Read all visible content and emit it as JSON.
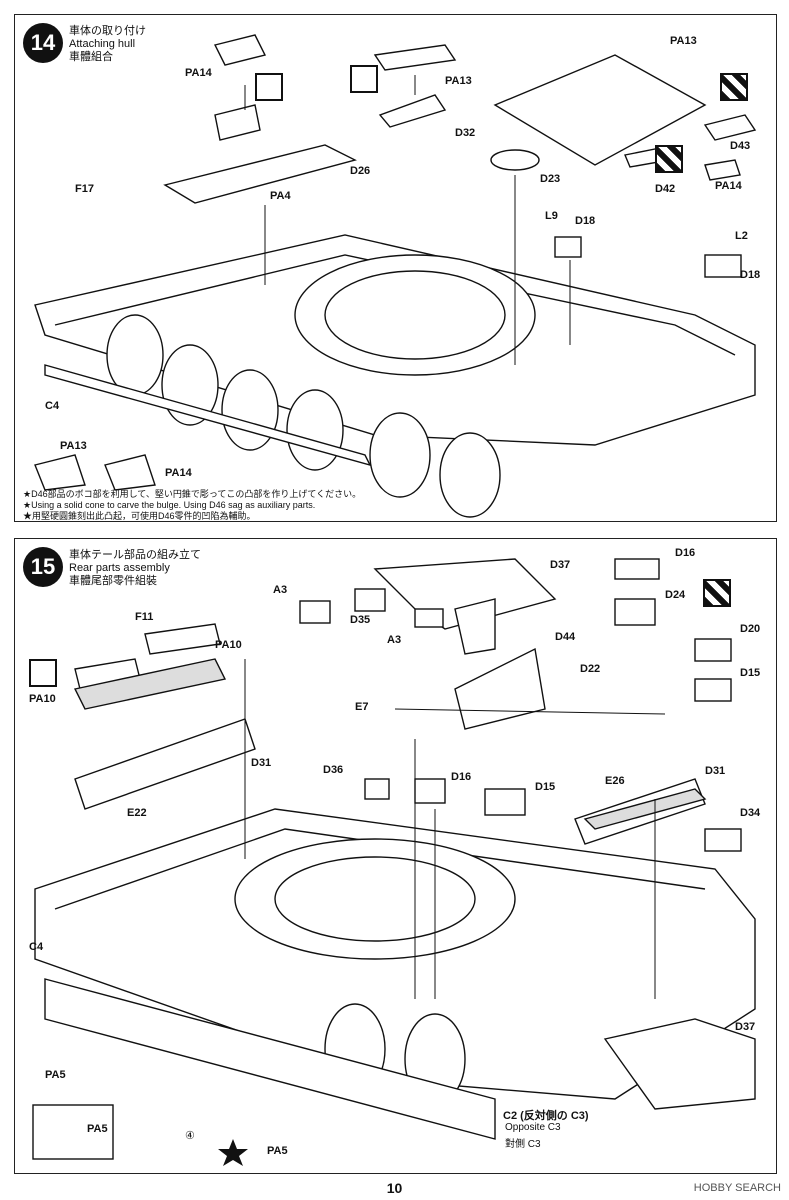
{
  "step14": {
    "number": "14",
    "title_ja": "車体の取り付け",
    "title_en": "Attaching hull",
    "title_zh": "車體組合",
    "labels": [
      "PA14",
      "PA13",
      "PA13",
      "D26",
      "PA4",
      "F17",
      "D32",
      "D23",
      "L9",
      "D18",
      "L2",
      "D18",
      "D43",
      "D42",
      "PA14",
      "C4",
      "PA13",
      "PA14"
    ],
    "notes": [
      "★D46部品のボコ部を利用して、堅い円錐で彫ってこの凸部を作り上げてください。",
      "★Using a solid cone to carve the bulge. Using D46 sag as auxiliary parts.",
      "★用堅硬圓錐刻出此凸起，可使用D46零件的凹陷為輔助。"
    ]
  },
  "step15": {
    "number": "15",
    "title_ja": "車体テール部品の組み立て",
    "title_en": "Rear parts assembly",
    "title_zh": "車體尾部零件組裝",
    "labels": [
      "D37",
      "D16",
      "A3",
      "D35",
      "A3",
      "D24",
      "D44",
      "D20",
      "F11",
      "PA10",
      "PA10",
      "D22",
      "D15",
      "E7",
      "D31",
      "E22",
      "D36",
      "D16",
      "D15",
      "E26",
      "D31",
      "D34",
      "C4",
      "D37",
      "PA5",
      "PA5",
      "PA5",
      "C2 (反対側の C3)",
      "Opposite C3",
      "對側 C3",
      "④"
    ]
  },
  "page_number": "10",
  "watermark": "HOBBY SEARCH",
  "icons": [
    "turn-over-icon",
    "turn-over-icon",
    "cement-icon",
    "paint-icon",
    "cement-icon",
    "cement-icon",
    "star-icon"
  ]
}
